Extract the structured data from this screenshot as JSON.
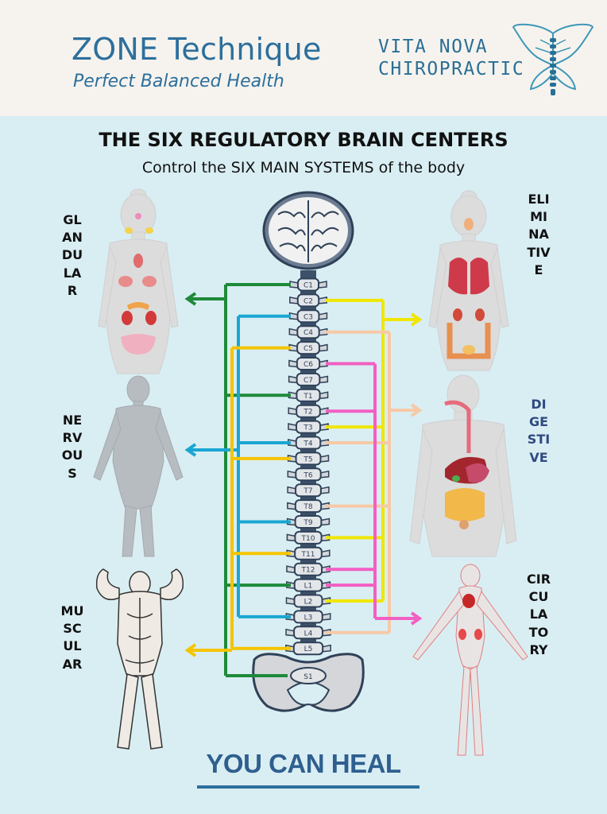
{
  "header": {
    "title": "ZONE Technique",
    "subtitle": "Perfect Balanced Health",
    "brand_line1": "VITA NOVA",
    "brand_line2": "CHIROPRACTIC",
    "logo_icon": "butterfly-spine-icon"
  },
  "heading": "THE SIX REGULATORY BRAIN CENTERS",
  "subheading": "Control the SIX MAIN SYSTEMS of the body",
  "systems": {
    "glandular": "GLANDULAR",
    "nervous": "NERVOUS",
    "muscular": "MUSCULAR",
    "eliminative": "ELIMINATIVE",
    "digestive": "DIGESTIVE",
    "circulatory": "CIRCULATORY"
  },
  "vertebrae": [
    "C1",
    "C2",
    "C3",
    "C4",
    "C5",
    "C6",
    "C7",
    "T1",
    "T2",
    "T3",
    "T4",
    "T5",
    "T6",
    "T7",
    "T8",
    "T9",
    "T10",
    "T11",
    "T12",
    "L1",
    "L2",
    "L3",
    "L4",
    "L5"
  ],
  "sacrum": "S1",
  "footer": "YOU CAN HEAL",
  "colors": {
    "glandular": "#1e8a3a",
    "nervous": "#1aa6d2",
    "muscular": "#f5c400",
    "eliminative": "#f0e600",
    "digestive": "#f6c9a6",
    "circulatory": "#f25fc2",
    "brand": "#2d6f9c"
  }
}
